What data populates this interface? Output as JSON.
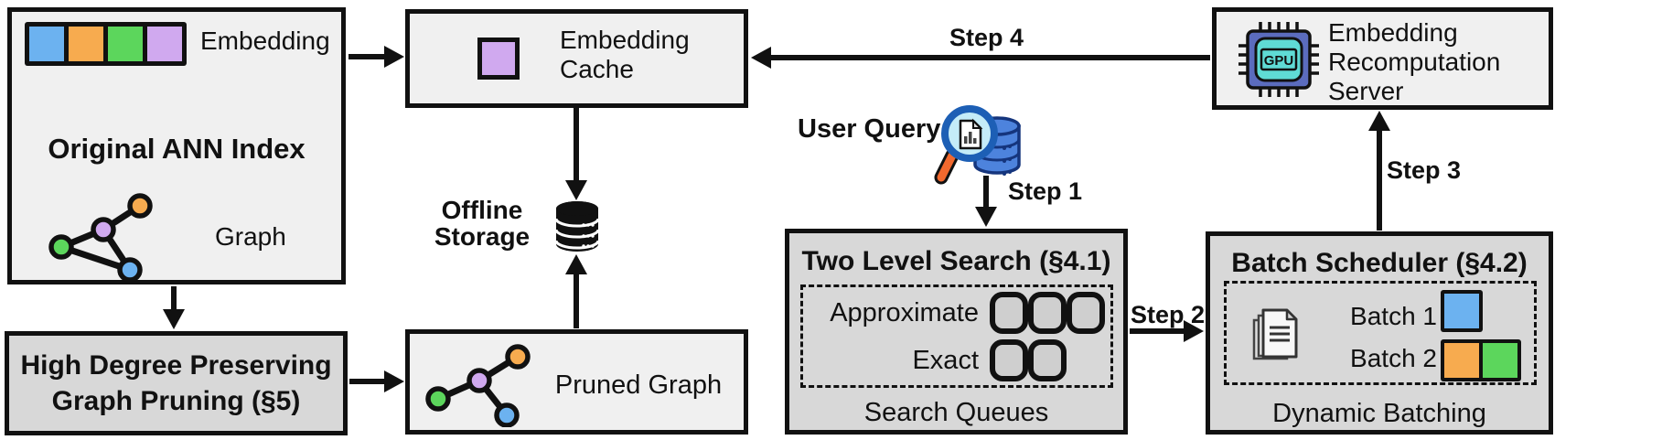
{
  "colors": {
    "blue": "#6cb2f0",
    "orange": "#f7ab4f",
    "green": "#5cd65c",
    "purple": "#d0a9ef",
    "boxlight": "#f0f0f0",
    "boxdark": "#d8d8d8",
    "cellfill": "#cfcfcf",
    "gpubody": "#5b6cbe",
    "gpucore": "#5fdbd5",
    "dbblue": "#4d83dd",
    "dbdark": "#15357d",
    "lens": "#c4ecf8",
    "handle": "#f2692e"
  },
  "ann_index": {
    "title": "Original ANN Index",
    "embedding_label": "Embedding",
    "graph_label": "Graph"
  },
  "pruning": {
    "line1": "High Degree Preserving",
    "line2": "Graph Pruning (§5)"
  },
  "cache": {
    "line1": "Embedding",
    "line2": "Cache"
  },
  "storage": {
    "line1": "Offline",
    "line2": "Storage"
  },
  "pruned": {
    "label": "Pruned Graph"
  },
  "search": {
    "title": "Two Level Search (§4.1)",
    "approximate_label": "Approximate",
    "exact_label": "Exact",
    "footer": "Search Queues"
  },
  "scheduler": {
    "title": "Batch Scheduler (§4.2)",
    "batch1_label": "Batch 1",
    "batch2_label": "Batch 2",
    "footer": "Dynamic Batching"
  },
  "server": {
    "line1": "Embedding",
    "line2": "Recomputation",
    "line3": "Server"
  },
  "query": {
    "label": "User Query"
  },
  "steps": {
    "step1": "Step 1",
    "step2": "Step 2",
    "step3": "Step 3",
    "step4": "Step 4"
  },
  "gpu_label": "GPU"
}
